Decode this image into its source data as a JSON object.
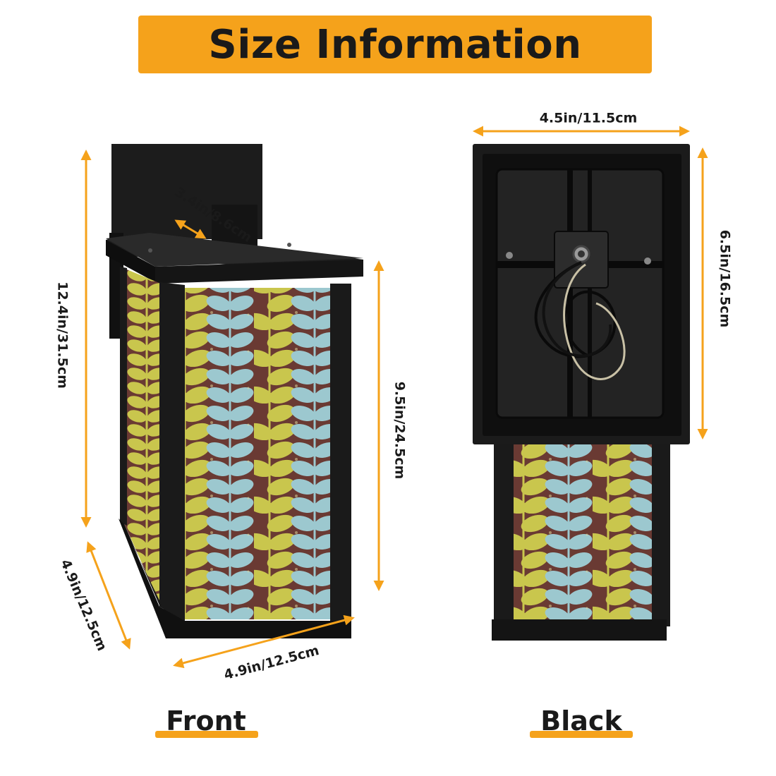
{
  "title": "Size Information",
  "colors": {
    "accent": "#F5A21B",
    "frame": "#1c1c1c",
    "pattern_background": "#6a3a33",
    "leaf_yellow": "#c9c64d",
    "leaf_blue": "#9cc8cf"
  },
  "dimensions": {
    "front_total_height": "12.4in/31.5cm",
    "front_depth_top": "3.4in/8.6cm",
    "front_shade_height": "9.5in/24.5cm",
    "front_side_width": "4.9in/12.5cm",
    "front_front_width": "4.9in/12.5cm",
    "back_width": "4.5in/11.5cm",
    "back_plate_height": "6.5in/16.5cm"
  },
  "captions": {
    "left": "Front",
    "right": "Black"
  }
}
